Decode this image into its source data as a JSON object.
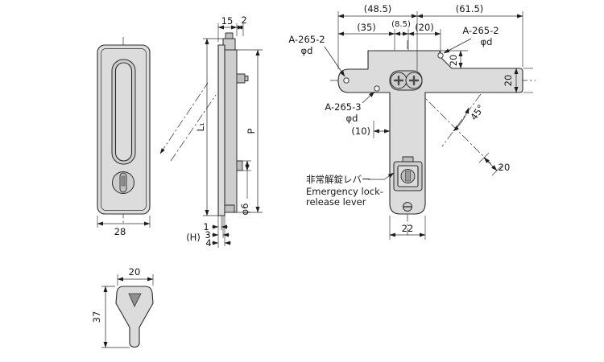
{
  "drawing": {
    "front_view": {
      "dim_width": "28"
    },
    "side_view": {
      "dim_depth": "15",
      "dim_offset": "2",
      "dim_p": "P",
      "dim_l1": "L₁",
      "dim_1": "1",
      "dim_3": "3",
      "dim_4": "4",
      "dim_h": "(H)",
      "dim_phi6": "φ6"
    },
    "top_view": {
      "dim_48_5": "(48.5)",
      "dim_61_5": "(61.5)",
      "dim_35": "(35)",
      "dim_8_5": "(8.5)",
      "dim_20": "(20)",
      "label_left_part": "A-265-2",
      "label_left_phi": "φd",
      "label_right_part": "A-265-2",
      "label_right_phi": "φd",
      "label_center_part": "A-265-3",
      "label_center_phi": "φd",
      "dim_10": "(10)",
      "dim_step_20": "20",
      "dim_end_20": "20",
      "dim_angle": "45°",
      "dim_lever_20": "20",
      "dim_body_22": "22",
      "lever_jp": "非常解錠レバー",
      "lever_en_1": "Emergency lock-",
      "lever_en_2": "release lever"
    },
    "key_view": {
      "dim_width": "20",
      "dim_height": "37"
    }
  }
}
